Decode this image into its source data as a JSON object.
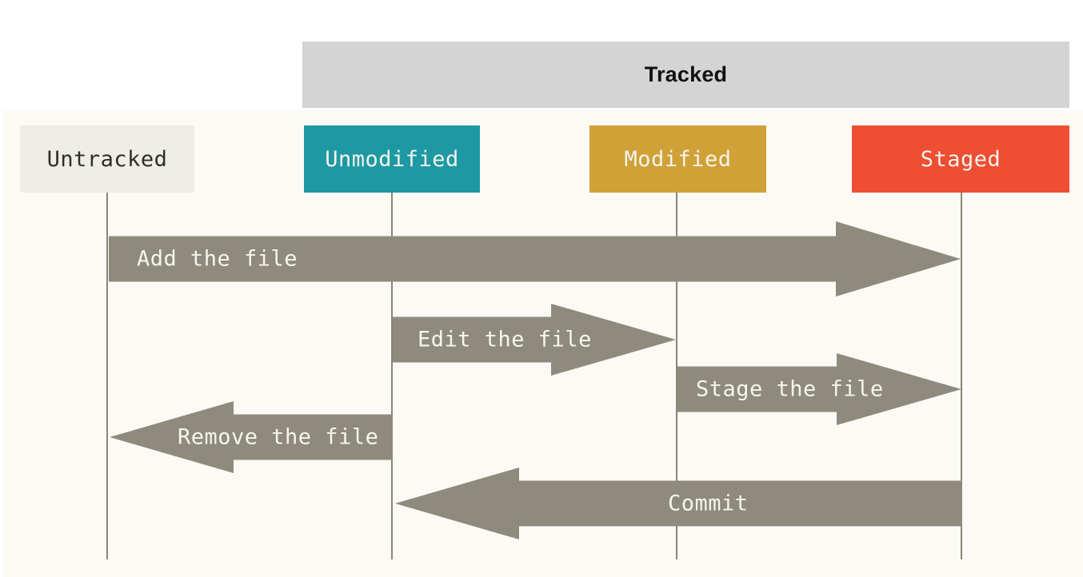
{
  "header": {
    "tracked_label": "Tracked"
  },
  "states": [
    {
      "id": "untracked",
      "label": "Untracked",
      "tracked": false
    },
    {
      "id": "unmodified",
      "label": "Unmodified",
      "tracked": true
    },
    {
      "id": "modified",
      "label": "Modified",
      "tracked": true
    },
    {
      "id": "staged",
      "label": "Staged",
      "tracked": true
    }
  ],
  "transitions": [
    {
      "label": "Add the file",
      "from": "untracked",
      "to": "staged",
      "direction": "right"
    },
    {
      "label": "Edit the file",
      "from": "unmodified",
      "to": "modified",
      "direction": "right"
    },
    {
      "label": "Stage the file",
      "from": "modified",
      "to": "staged",
      "direction": "right"
    },
    {
      "label": "Remove the file",
      "from": "unmodified",
      "to": "untracked",
      "direction": "left"
    },
    {
      "label": "Commit",
      "from": "staged",
      "to": "unmodified",
      "direction": "left"
    }
  ],
  "colors": {
    "background": "#ffffff",
    "canvas": "#fbfaf4",
    "tracked_bar": "#d4d4d4",
    "tracked_text": "#111111",
    "untracked_bg": "#eeede6",
    "untracked_text": "#2f2e2a",
    "unmodified_bg": "#1e99a3",
    "modified_bg": "#cfa137",
    "staged_bg": "#ee4e32",
    "state_text": "#f4f3ec",
    "arrow": "#8f8a7e",
    "arrow_text": "#f6f5ee",
    "line": "#8b8579"
  }
}
